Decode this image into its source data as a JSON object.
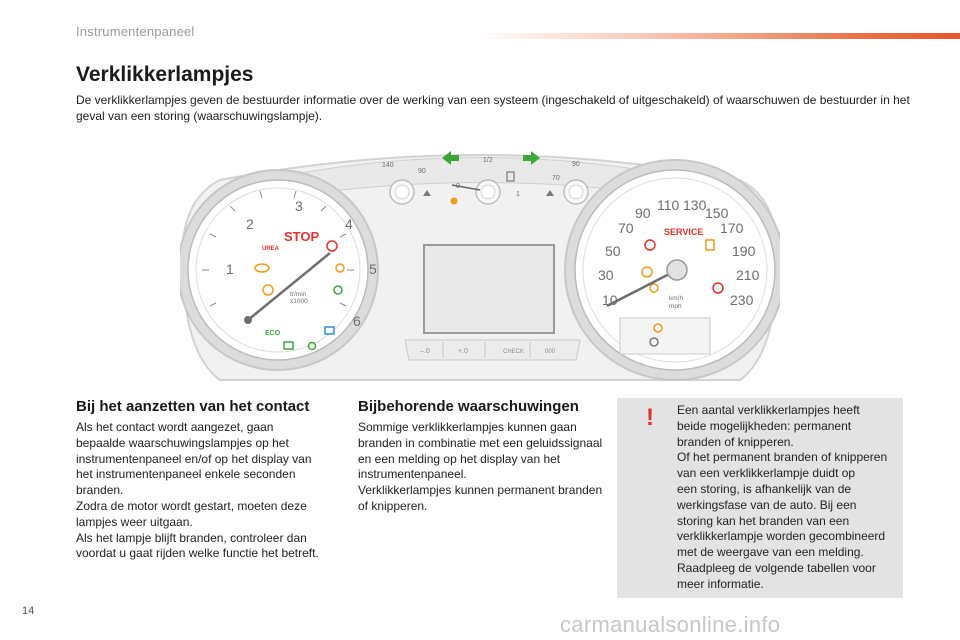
{
  "header": {
    "section": "Instrumentenpaneel",
    "accent_color": "#e5562c"
  },
  "title": "Verklikkerlampjes",
  "intro": "De verklikkerlampjes geven de bestuurder informatie over de werking van een systeem (ingeschakeld of uitgeschakeld) of waarschuwen de bestuurder in het geval van een storing (waarschuwingslampje).",
  "dashboard": {
    "tach_numbers": [
      "1",
      "2",
      "3",
      "4",
      "5",
      "6"
    ],
    "tach_unit": [
      "tr/min",
      "x1000"
    ],
    "speed_numbers": [
      "10",
      "30",
      "50",
      "70",
      "90",
      "110",
      "130",
      "150",
      "170",
      "190",
      "210",
      "230"
    ],
    "speed_unit": [
      "km/h",
      "mph"
    ],
    "temp_numbers": [
      "140",
      "90"
    ],
    "temp_numbers_right": [
      "90",
      "70"
    ],
    "fuel_marks": [
      "0",
      "1/2",
      "1"
    ],
    "stop_label": "STOP",
    "service_label": "SERVICE",
    "eco_label": "ECO",
    "urea_label": "UREA",
    "button_labels": [
      "–.0",
      "+.0",
      "CHECK",
      "000"
    ],
    "colors": {
      "red": "#e5312c",
      "green": "#3da63a",
      "orange": "#f29a1b",
      "blue": "#2f8fd9"
    }
  },
  "section_contact": {
    "heading": "Bij het aanzetten van het contact",
    "lines": [
      "Als het contact wordt aangezet, gaan",
      "bepaalde waarschuwingslampjes op het",
      "instrumentenpaneel en/of op het display van",
      "het instrumentenpaneel enkele seconden",
      "branden.",
      "Zodra de motor wordt gestart, moeten deze",
      "lampjes weer uitgaan.",
      "Als het lampje blijft branden, controleer dan",
      "voordat u gaat rijden welke functie het betreft."
    ]
  },
  "section_warnings": {
    "heading": "Bijbehorende waarschuwingen",
    "lines": [
      "Sommige verklikkerlampjes kunnen gaan",
      "branden in combinatie met een geluidssignaal",
      "en een melding op het display van het",
      "instrumentenpaneel.",
      "Verklikkerlampjes kunnen permanent branden",
      "of knipperen."
    ]
  },
  "note": {
    "icon": "!",
    "lines": [
      "Een aantal verklikkerlampjes heeft",
      "beide mogelijkheden: permanent",
      "branden of knipperen.",
      "Of het permanent branden of knipperen",
      "van een verklikkerlampje duidt op",
      "een storing, is afhankelijk van de",
      "werkingsfase van de auto. Bij een",
      "storing kan het branden van een",
      "verklikkerlampje worden gecombineerd",
      "met de weergave van een melding.",
      "Raadpleeg de volgende tabellen voor",
      "meer informatie."
    ]
  },
  "footer": {
    "page_number": "14",
    "watermark": "carmanualsonline.info"
  }
}
